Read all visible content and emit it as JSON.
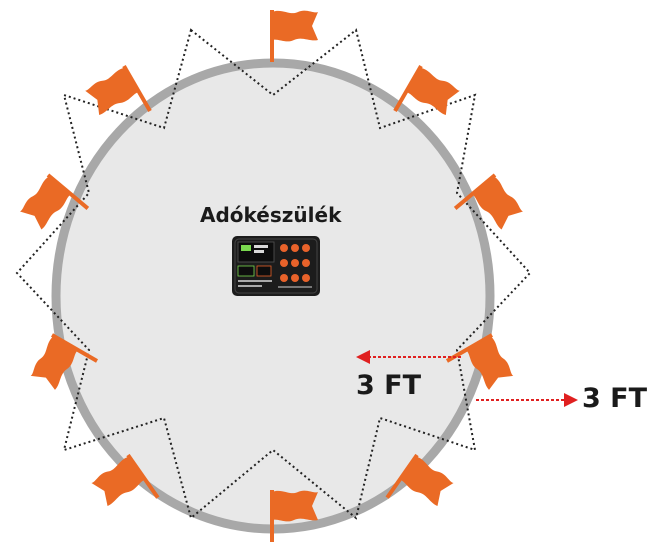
{
  "device_label": "Adókészülék",
  "inner_distance_label": "3 FT",
  "outer_distance_label": "3 FT",
  "colors": {
    "boundary_fill": "#e8e8e8",
    "boundary_stroke": "#a8a8a8",
    "flag": "#ea6a25",
    "arrow": "#e02020",
    "device_body": "#1c1c1c",
    "device_button": "#e8622a"
  },
  "icons": {
    "flag": "boundary-flag-icon",
    "device": "transmitter-device-icon"
  }
}
